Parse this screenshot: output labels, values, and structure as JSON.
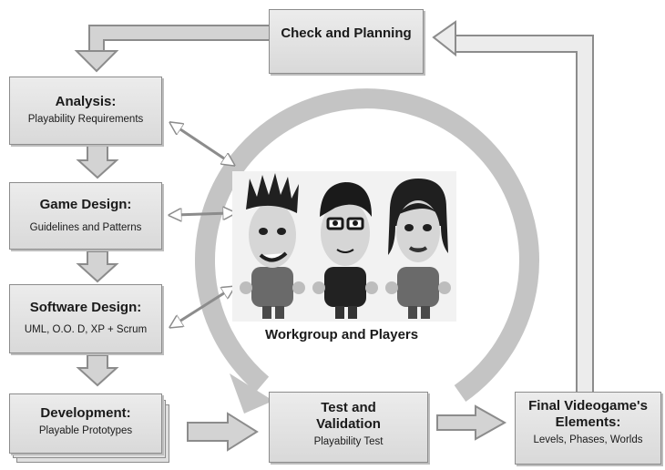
{
  "boxes": {
    "check": {
      "title": "Check and Planning"
    },
    "analysis": {
      "title": "Analysis:",
      "subtitle": "Playability Requirements"
    },
    "game_design": {
      "title": "Game Design:",
      "subtitle": "Guidelines and Patterns"
    },
    "software_design": {
      "title": "Software Design:",
      "subtitle": "UML,  O.O. D, XP + Scrum"
    },
    "development": {
      "title": "Development:",
      "subtitle": "Playable Prototypes"
    },
    "test": {
      "title": "Test and Validation",
      "subtitle": "Playability Test"
    },
    "final": {
      "title": "Final Videogame's Elements:",
      "subtitle": "Levels, Phases, Worlds"
    }
  },
  "workgroup_label": "Workgroup and Players",
  "colors": {
    "box_fill": "#e0e0e0",
    "arrow_fill": "#d3d3d3",
    "cycle_arrow": "#c4c4c4",
    "border": "#8c8c8c"
  }
}
